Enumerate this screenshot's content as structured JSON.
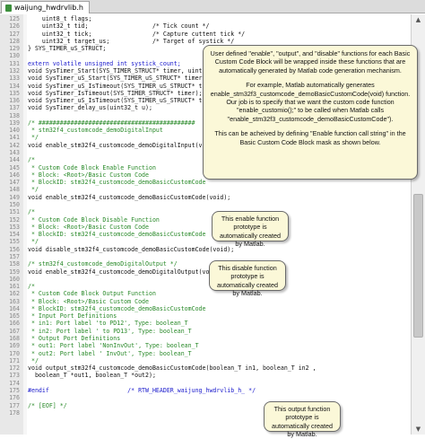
{
  "tab": {
    "filename": "waijung_hwdrvlib.h"
  },
  "code_lines": [
    {
      "n": "125",
      "text": "    uint8_t flags;",
      "cls": "c-plain"
    },
    {
      "n": "126",
      "text": "    uint32_t tid;                  /* Tick count */",
      "cls": "c-plain"
    },
    {
      "n": "127",
      "text": "    uint32_t tick;                 /* Capture cuttent tick */",
      "cls": "c-plain"
    },
    {
      "n": "128",
      "text": "    uint32_t target_us;            /* Target of systick */",
      "cls": "c-plain"
    },
    {
      "n": "129",
      "text": "} SYS_TIMER_uS_STRUCT;",
      "cls": "c-plain"
    },
    {
      "n": "130",
      "text": "",
      "cls": "c-plain"
    },
    {
      "n": "131",
      "text": "extern volatile unsigned int systick_count;",
      "cls": "c-keyword"
    },
    {
      "n": "132",
      "text": "void SysTimer_Start(SYS_TIMER_STRUCT* timer, uint32_t",
      "cls": "c-plain"
    },
    {
      "n": "133",
      "text": "void SysTimer_uS_Start(SYS_TIMER_uS_STRUCT* timer, ui",
      "cls": "c-plain"
    },
    {
      "n": "134",
      "text": "void SysTimer_uS_IsTimeout(SYS_TIMER_uS_STRUCT* timer",
      "cls": "c-plain"
    },
    {
      "n": "135",
      "text": "void SysTimer_IsTimeout(SYS_TIMER_STRUCT* timer);",
      "cls": "c-plain"
    },
    {
      "n": "136",
      "text": "void SysTimer_uS_IsTimeout(SYS_TIMER_uS_STRUCT* timer",
      "cls": "c-plain"
    },
    {
      "n": "137",
      "text": "void SysTimer_delay_us(uint32_t u);",
      "cls": "c-plain"
    },
    {
      "n": "138",
      "text": "",
      "cls": "c-plain"
    },
    {
      "n": "139",
      "text": "/* ############################################",
      "cls": "c-comment"
    },
    {
      "n": "140",
      "text": " * stm32f4_customcode_demoDigitalInput",
      "cls": "c-comment"
    },
    {
      "n": "141",
      "text": " */",
      "cls": "c-comment"
    },
    {
      "n": "142",
      "text": "void enable_stm32f4_customcode_demoDigitalInput(void);",
      "cls": "c-plain"
    },
    {
      "n": "143",
      "text": "",
      "cls": "c-plain"
    },
    {
      "n": "144",
      "text": "/*",
      "cls": "c-comment"
    },
    {
      "n": "145",
      "text": " * Custom Code Block Enable Function",
      "cls": "c-comment"
    },
    {
      "n": "146",
      "text": " * Block: <Root>/Basic Custom Code",
      "cls": "c-comment"
    },
    {
      "n": "147",
      "text": " * BlockID: stm32f4_customcode_demoBasicCustomCode",
      "cls": "c-comment"
    },
    {
      "n": "148",
      "text": " */",
      "cls": "c-comment"
    },
    {
      "n": "149",
      "text": "void enable_stm32f4_customcode_demoBasicCustomCode(void);",
      "cls": "c-plain"
    },
    {
      "n": "150",
      "text": "",
      "cls": "c-plain"
    },
    {
      "n": "151",
      "text": "/*",
      "cls": "c-comment"
    },
    {
      "n": "152",
      "text": " * Custom Code Block Disable Function",
      "cls": "c-comment"
    },
    {
      "n": "153",
      "text": " * Block: <Root>/Basic Custom Code",
      "cls": "c-comment"
    },
    {
      "n": "154",
      "text": " * BlockID: stm32f4_customcode_demoBasicCustomCode",
      "cls": "c-comment"
    },
    {
      "n": "155",
      "text": " */",
      "cls": "c-comment"
    },
    {
      "n": "156",
      "text": "void disable_stm32f4_customcode_demoBasicCustomCode(void);",
      "cls": "c-plain"
    },
    {
      "n": "157",
      "text": "",
      "cls": "c-plain"
    },
    {
      "n": "158",
      "text": "/* stm32f4_customcode_demoDigitalOutput */",
      "cls": "c-comment"
    },
    {
      "n": "159",
      "text": "void enable_stm32f4_customcode_demoDigitalOutput(void);",
      "cls": "c-plain"
    },
    {
      "n": "160",
      "text": "",
      "cls": "c-plain"
    },
    {
      "n": "161",
      "text": "/*",
      "cls": "c-comment"
    },
    {
      "n": "162",
      "text": " * Custom Code Block Output Function",
      "cls": "c-comment"
    },
    {
      "n": "163",
      "text": " * Block: <Root>/Basic Custom Code",
      "cls": "c-comment"
    },
    {
      "n": "164",
      "text": " * BlockID: stm32f4_customcode_demoBasicCustomCode",
      "cls": "c-comment"
    },
    {
      "n": "165",
      "text": " * Input Port Definitions",
      "cls": "c-comment"
    },
    {
      "n": "166",
      "text": " * in1: Port label 'to PD12', Type: boolean_T",
      "cls": "c-comment"
    },
    {
      "n": "167",
      "text": " * in2: Port label ' to PD13', Type: boolean_T",
      "cls": "c-comment"
    },
    {
      "n": "168",
      "text": " * Output Port Definitions",
      "cls": "c-comment"
    },
    {
      "n": "169",
      "text": " * out1: Port label 'NonInvOut', Type: boolean_T",
      "cls": "c-comment"
    },
    {
      "n": "170",
      "text": " * out2: Port label ' InvOut', Type: boolean_T",
      "cls": "c-comment"
    },
    {
      "n": "171",
      "text": " */",
      "cls": "c-comment"
    },
    {
      "n": "172",
      "text": "void output_stm32f4_customcode_demoBasicCustomCode(boolean_T in1, boolean_T in2 ,",
      "cls": "c-plain"
    },
    {
      "n": "173",
      "text": "  boolean_T *out1, boolean_T *out2);",
      "cls": "c-plain"
    },
    {
      "n": "174",
      "text": "",
      "cls": "c-plain"
    },
    {
      "n": "175",
      "text": "#endif                      /* RTW_HEADER_waijung_hwdrvlib_h_ */",
      "cls": "c-keyword"
    },
    {
      "n": "176",
      "text": "",
      "cls": "c-plain"
    },
    {
      "n": "177",
      "text": "/* [EOF] */",
      "cls": "c-comment"
    },
    {
      "n": "178",
      "text": "",
      "cls": "c-plain"
    }
  ],
  "callouts": {
    "main_p1": "User defined \"enable\", \"output\", and \"disable\" functions for each Basic Custom Code Block will be wrapped inside these functions that are automatically generated by Matlab code generation mechanism.",
    "main_p2": "For example, Matlab automatically generates enable_stm32f3_customcode_demoBasicCustomCode(void) function. Our job is to specify that we want the custom code function \"enable_customio();\" to be called when Matlab calls \"enable_stm32f3_customcode_demoBasicCustomCode\").",
    "main_p3": "This can be acheived by defining \"Enable function call string\" in the Basic Custom Code Block mask as shown below.",
    "enable_note": "This enable function prototype is automatically created by Matlab.",
    "disable_note": "This disable function prototype is automatically created by Matlab.",
    "output_note": "This output function prototype is automatically created by Matlab."
  },
  "scrollbar": {
    "up_icon": "scroll-up-arrow",
    "down_icon": "scroll-down-arrow"
  }
}
